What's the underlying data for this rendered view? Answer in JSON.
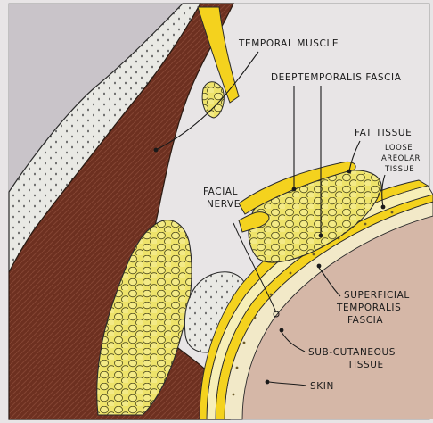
{
  "labels": {
    "temporal_muscle": "TEMPORAL MUSCLE",
    "deep_temporalis_fascia": "DEEPTEMPORALIS FASCIA",
    "fat_tissue": "FAT TISSUE",
    "loose_areolar_1": "LOOSE",
    "loose_areolar_2": "AREOLAR",
    "loose_areolar_3": "TISSUE",
    "facial_nerve_1": "FACIAL",
    "facial_nerve_2": "NERVE",
    "superficial_1": "SUPERFICIAL",
    "superficial_2": "TEMPORALIS",
    "superficial_3": "FASCIA",
    "subcutaneous_1": "SUB-CUTANEOUS",
    "subcutaneous_2": "TISSUE",
    "skin": "SKIN"
  },
  "colors": {
    "paper": "#e8e5e6",
    "muscle": "#6a2e1e",
    "bone": "#e9e9e4",
    "fat": "#eee36a",
    "fascia_yellow": "#f4d21e",
    "skin_pink": "#d5b7a7",
    "background_grey": "#c9c4c9"
  }
}
